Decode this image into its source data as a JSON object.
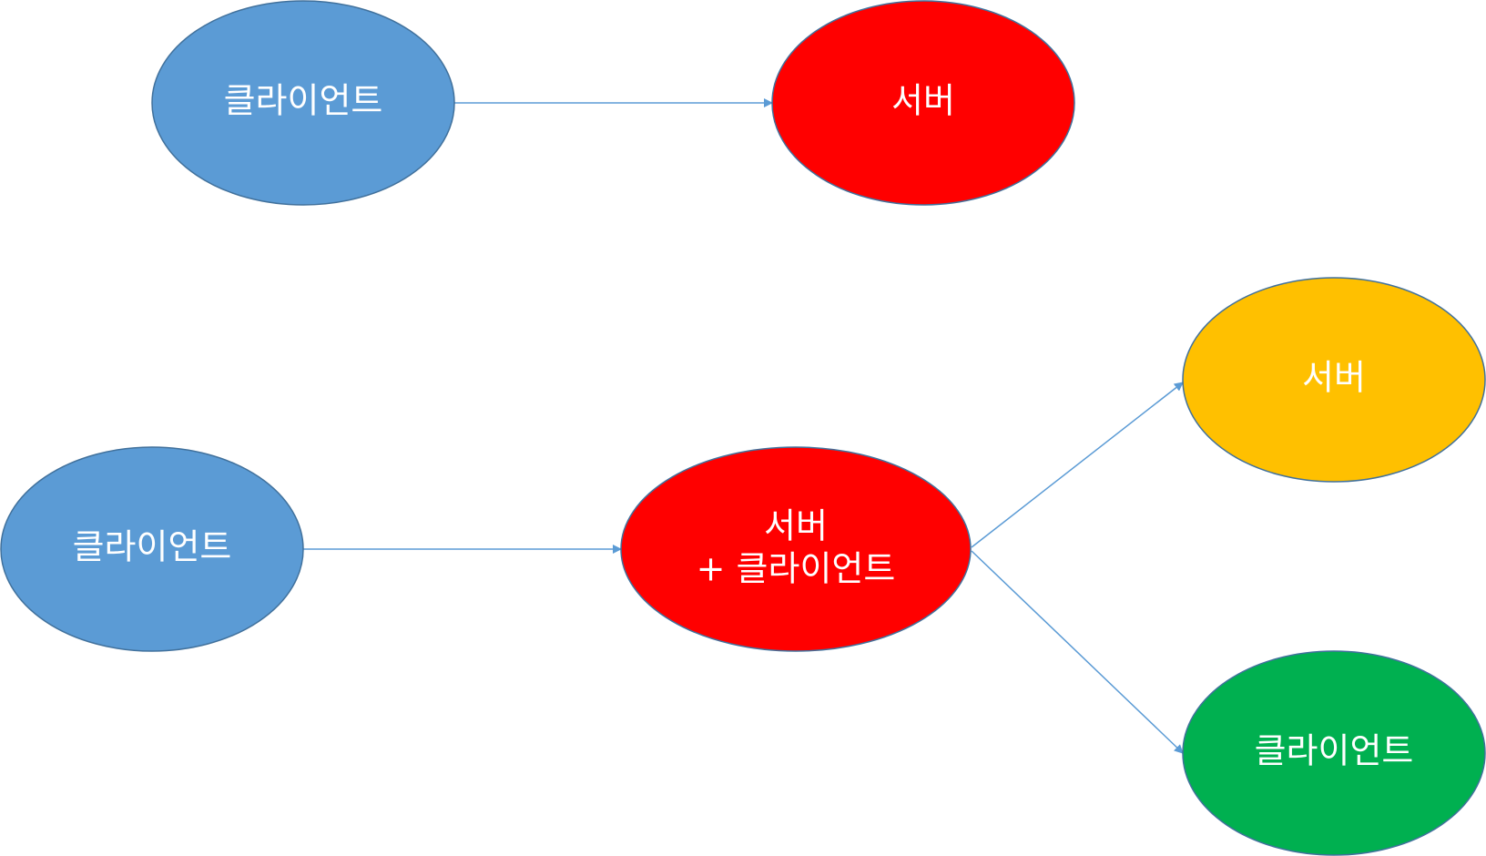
{
  "colors": {
    "client": "#5b9bd5",
    "server": "#ff0000",
    "server_secondary": "#ffc000",
    "client_secondary": "#00b050",
    "edge": "#5b9bd5"
  },
  "nodes": {
    "top_client": {
      "label": "클라이언트"
    },
    "top_server": {
      "label": "서버"
    },
    "bottom_client": {
      "label": "클라이언트"
    },
    "proxy": {
      "line1": "서버",
      "line2": "+ 클라이언트"
    },
    "right_server": {
      "label": "서버"
    },
    "right_client": {
      "label": "클라이언트"
    }
  }
}
